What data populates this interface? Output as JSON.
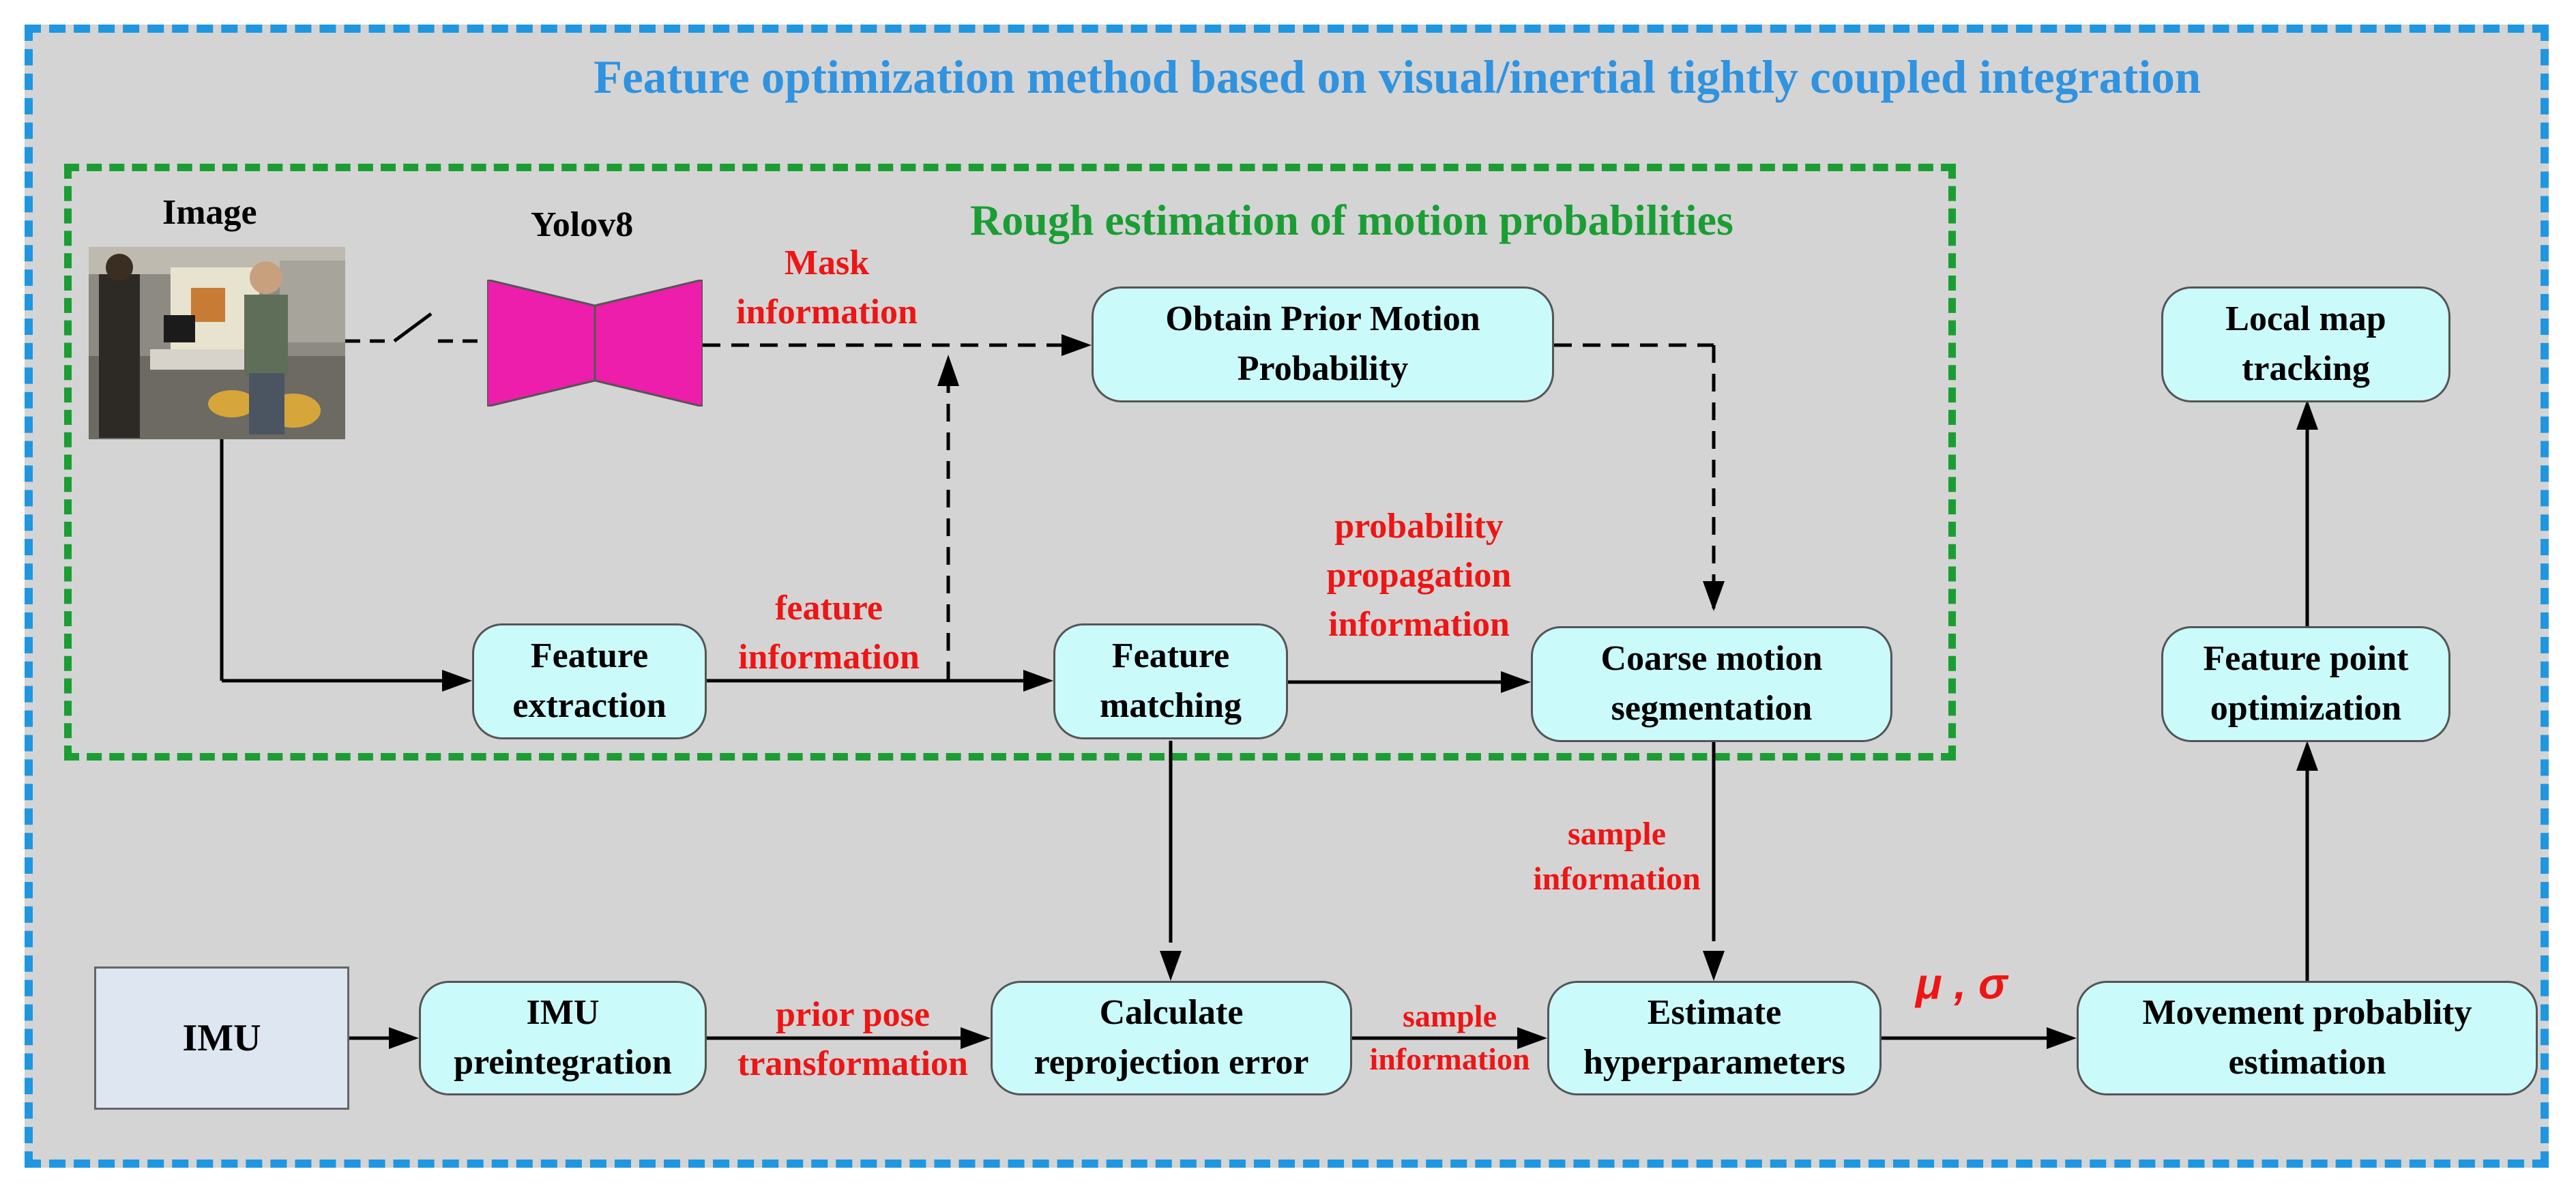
{
  "title": "Feature optimization method based on visual/inertial tightly coupled integration",
  "subtitle": "Rough estimation of motion probabilities",
  "nodes": {
    "image": "Image",
    "yolo": "Yolov8",
    "obtain_prior": "Obtain Prior Motion\nProbability",
    "feature_extraction": "Feature\nextraction",
    "feature_matching": "Feature\nmatching",
    "coarse_segmentation": "Coarse motion\nsegmentation",
    "local_map": "Local map\ntracking",
    "feature_point_opt": "Feature point\noptimization",
    "imu": "IMU",
    "imu_preintegration": "IMU\npreintegration",
    "reprojection": "Calculate\nreprojection error",
    "hyperparameters": "Estimate\nhyperparameters",
    "movement_prob": "Movement probablity\nestimation"
  },
  "labels": {
    "mask_info": "Mask\ninformation",
    "feature_info": "feature\ninformation",
    "prob_propagation": "probability\npropagation\ninformation",
    "sample_info_1": "sample\ninformation",
    "prior_pose": "prior pose\ntransformation",
    "sample_info_2": "sample\ninformation",
    "mu_sigma": "μ , σ"
  },
  "colors": {
    "outer_border": "#1f97e0",
    "inner_border": "#1a9e34",
    "node_fill": "#cbfafa",
    "imu_fill": "#dde6f1",
    "label_red": "#ee1515",
    "yolo_magenta": "#ec1eab",
    "background": "#d4d4d4"
  }
}
